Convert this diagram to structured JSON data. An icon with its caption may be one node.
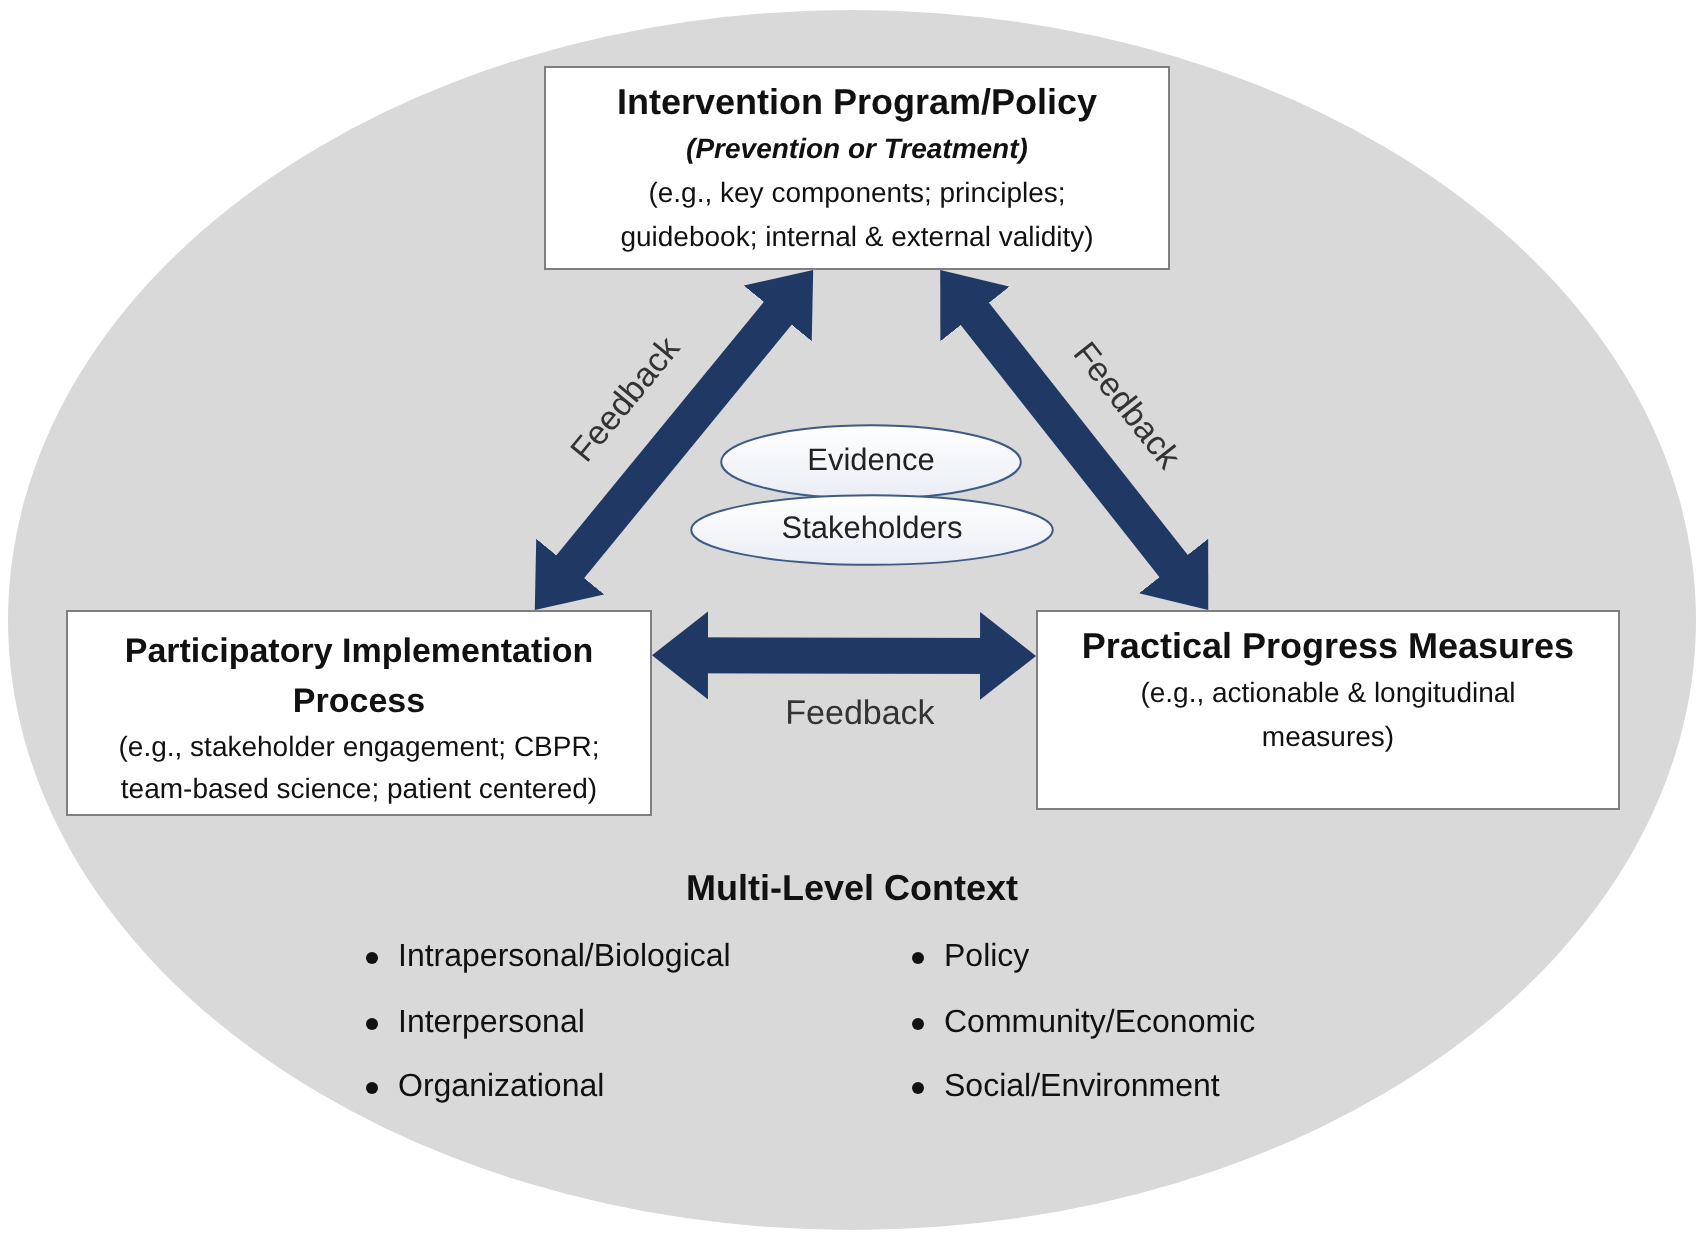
{
  "diagram": {
    "nodes": [
      {
        "text": [
          "Multi-Level Context",
          "Intrapersonal/Biological",
          "Interpersonal",
          "Organizational",
          "Policy",
          "Community/Economic",
          "Social/Environment"
        ]
      },
      {
        "text": [
          "Intervention Program/Policy",
          "(Prevention or Treatment)",
          "(e.g., key components; principles; guidebook; internal & external validity)"
        ],
        "in": 0
      },
      {
        "text": [
          "Evidence"
        ],
        "in": 0
      },
      {
        "text": [
          "Stakeholders"
        ],
        "in": 0
      },
      {
        "text": [
          "Participatory Implementation Process",
          "(e.g., stakeholder engagement; CBPR; team-based science; patient centered)"
        ],
        "in": 0
      },
      {
        "text": [
          "Practical Progress Measures",
          "(e.g., actionable & longitudinal measures)"
        ],
        "in": 0
      }
    ],
    "edges": [
      {
        "from": 4,
        "to": 1,
        "arrow": "both",
        "label": "Feedback"
      },
      {
        "from": 1,
        "to": 5,
        "arrow": "both",
        "label": "Feedback"
      },
      {
        "from": 4,
        "to": 5,
        "arrow": "both",
        "label": "Feedback"
      }
    ]
  }
}
